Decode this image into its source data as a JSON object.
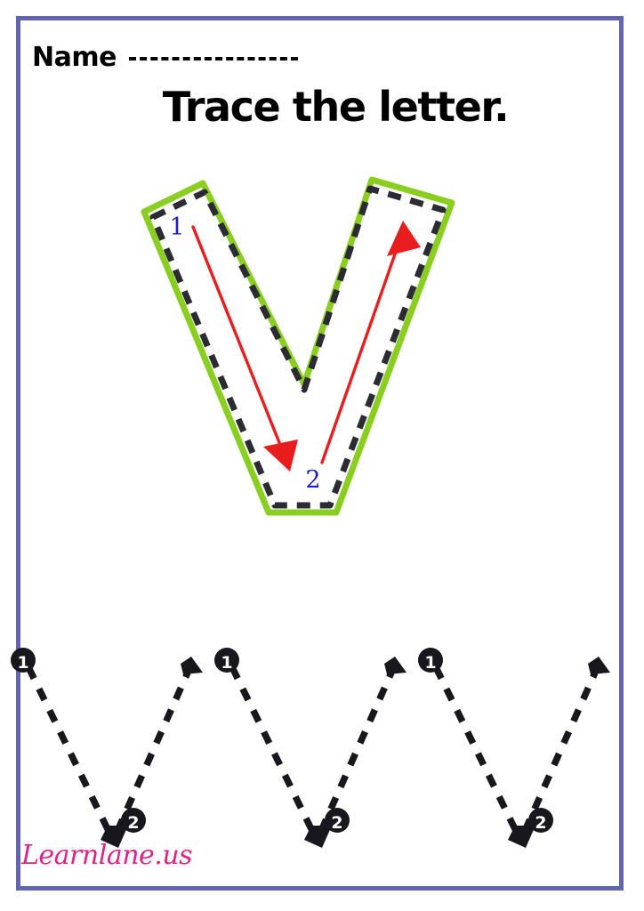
{
  "page": {
    "background_color": "#ffffff",
    "border_color": "#6165ad",
    "type": "letter-tracing-worksheet"
  },
  "header": {
    "name_label": "Name",
    "name_line_icon": "dashed-write-line"
  },
  "title": {
    "text": "Trace the letter."
  },
  "letter": {
    "character": "V",
    "outline_color": "#8ace22",
    "dash_color": "#2b2b33",
    "arrow_color": "#e81d1d",
    "step_label_color": "#1f1fbe",
    "steps": [
      {
        "number": "1",
        "direction": "down-right",
        "description": "diagonal stroke down from top-left to bottom vertex"
      },
      {
        "number": "2",
        "direction": "up-right",
        "description": "diagonal stroke up from bottom vertex to top-right"
      }
    ]
  },
  "practice": {
    "count": 3,
    "stroke_color": "#17171d",
    "items": [
      {
        "start_badge": "1",
        "mid_badge": "2"
      },
      {
        "start_badge": "1",
        "mid_badge": "2"
      },
      {
        "start_badge": "1",
        "mid_badge": "2"
      }
    ]
  },
  "footer": {
    "brand": "Learnlane.us",
    "brand_color": "#e0218a"
  }
}
